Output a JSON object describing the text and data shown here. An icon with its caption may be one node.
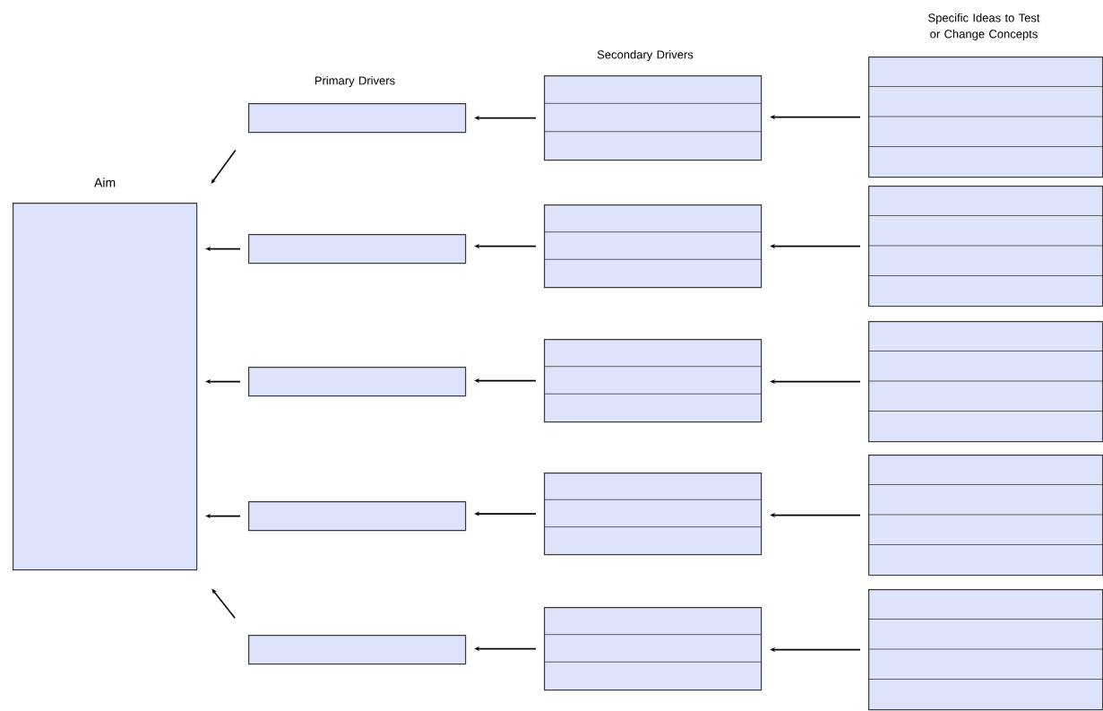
{
  "diagram": {
    "nodes": [
      {
        "text": [
          "Aim"
        ]
      },
      {
        "text": [],
        "shape": "box"
      },
      {
        "text": [],
        "shape": "box"
      },
      {
        "text": [],
        "shape": "box"
      },
      {
        "text": [],
        "shape": "box"
      },
      {
        "text": [],
        "shape": "box"
      },
      {
        "text": [],
        "shape": "box"
      },
      {
        "text": [],
        "shape": "box"
      },
      {
        "text": [],
        "shape": "box"
      },
      {
        "text": [],
        "shape": "box"
      },
      {
        "text": [],
        "shape": "box"
      },
      {
        "text": [],
        "shape": "box"
      },
      {
        "text": [],
        "shape": "box"
      },
      {
        "text": [],
        "shape": "box"
      },
      {
        "text": [],
        "shape": "box"
      },
      {
        "text": [],
        "shape": "box"
      }
    ],
    "edges": [
      {
        "from": 1,
        "to": 0,
        "arrow": "to"
      },
      {
        "from": 2,
        "to": 0,
        "arrow": "to"
      },
      {
        "from": 3,
        "to": 0,
        "arrow": "to"
      },
      {
        "from": 4,
        "to": 0,
        "arrow": "to"
      },
      {
        "from": 5,
        "to": 0,
        "arrow": "to"
      },
      {
        "from": 6,
        "to": 1,
        "arrow": "to"
      },
      {
        "from": 7,
        "to": 2,
        "arrow": "to"
      },
      {
        "from": 8,
        "to": 3,
        "arrow": "to"
      },
      {
        "from": 9,
        "to": 4,
        "arrow": "to"
      },
      {
        "from": 10,
        "to": 5,
        "arrow": "to"
      },
      {
        "from": 11,
        "to": 6,
        "arrow": "to"
      },
      {
        "from": 12,
        "to": 7,
        "arrow": "to"
      },
      {
        "from": 13,
        "to": 8,
        "arrow": "to"
      },
      {
        "from": 14,
        "to": 9,
        "arrow": "to"
      },
      {
        "from": 15,
        "to": 10,
        "arrow": "to"
      }
    ],
    "labels": [
      "Specific Ideas to Test or Change Concepts",
      "Secondary Drivers",
      "Primary Drivers"
    ]
  }
}
